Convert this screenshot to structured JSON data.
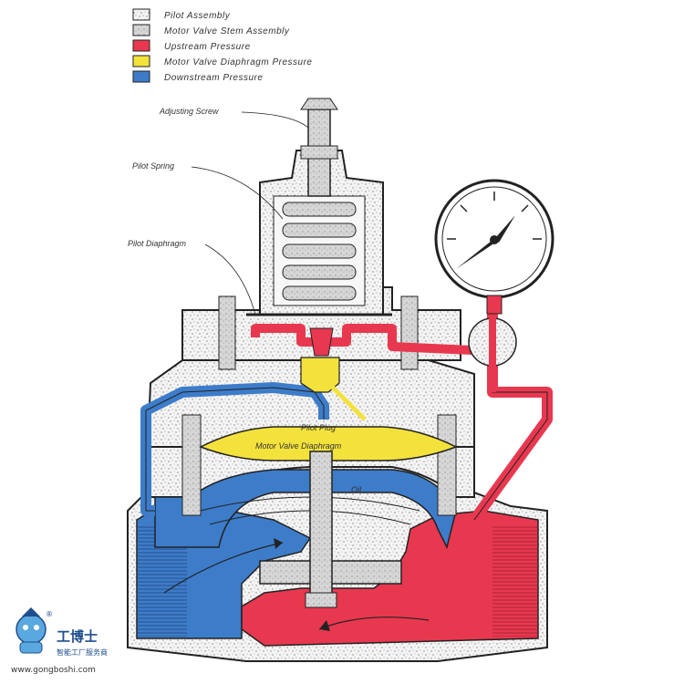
{
  "colors": {
    "upstream": "#e8384f",
    "diaphragm": "#f4e23c",
    "downstream": "#3d7cc9",
    "pilot_assembly": "#ffffff",
    "stem_assembly": "#d0d0d0",
    "outline": "#222222"
  },
  "legend": [
    {
      "key": "pilot",
      "label": "Pilot Assembly",
      "swatch": "pilot_assembly"
    },
    {
      "key": "stem",
      "label": "Motor Valve Stem Assembly",
      "swatch": "stem_assembly"
    },
    {
      "key": "upstream",
      "label": "Upstream Pressure",
      "swatch": "upstream"
    },
    {
      "key": "diaphragm",
      "label": "Motor Valve Diaphragm Pressure",
      "swatch": "diaphragm"
    },
    {
      "key": "downstream",
      "label": "Downstream Pressure",
      "swatch": "downstream"
    }
  ],
  "callouts": {
    "adjusting_screw": "Adjusting Screw",
    "pilot_spring": "Pilot Spring",
    "pilot_diaphragm": "Pilot Diaphragm"
  },
  "inner_labels": {
    "pilot_plug": "Pilot Plug",
    "motor_valve_diaphragm": "Motor Valve Diaphragm",
    "oil": "Oil"
  },
  "watermark": {
    "brand": "工博士",
    "tagline": "智能工厂服务商",
    "url": "www.gongboshi.com",
    "mark": "®"
  },
  "icons": {
    "pressure_gauge": "pressure-gauge-icon",
    "mascot": "robot-mascot-icon"
  }
}
